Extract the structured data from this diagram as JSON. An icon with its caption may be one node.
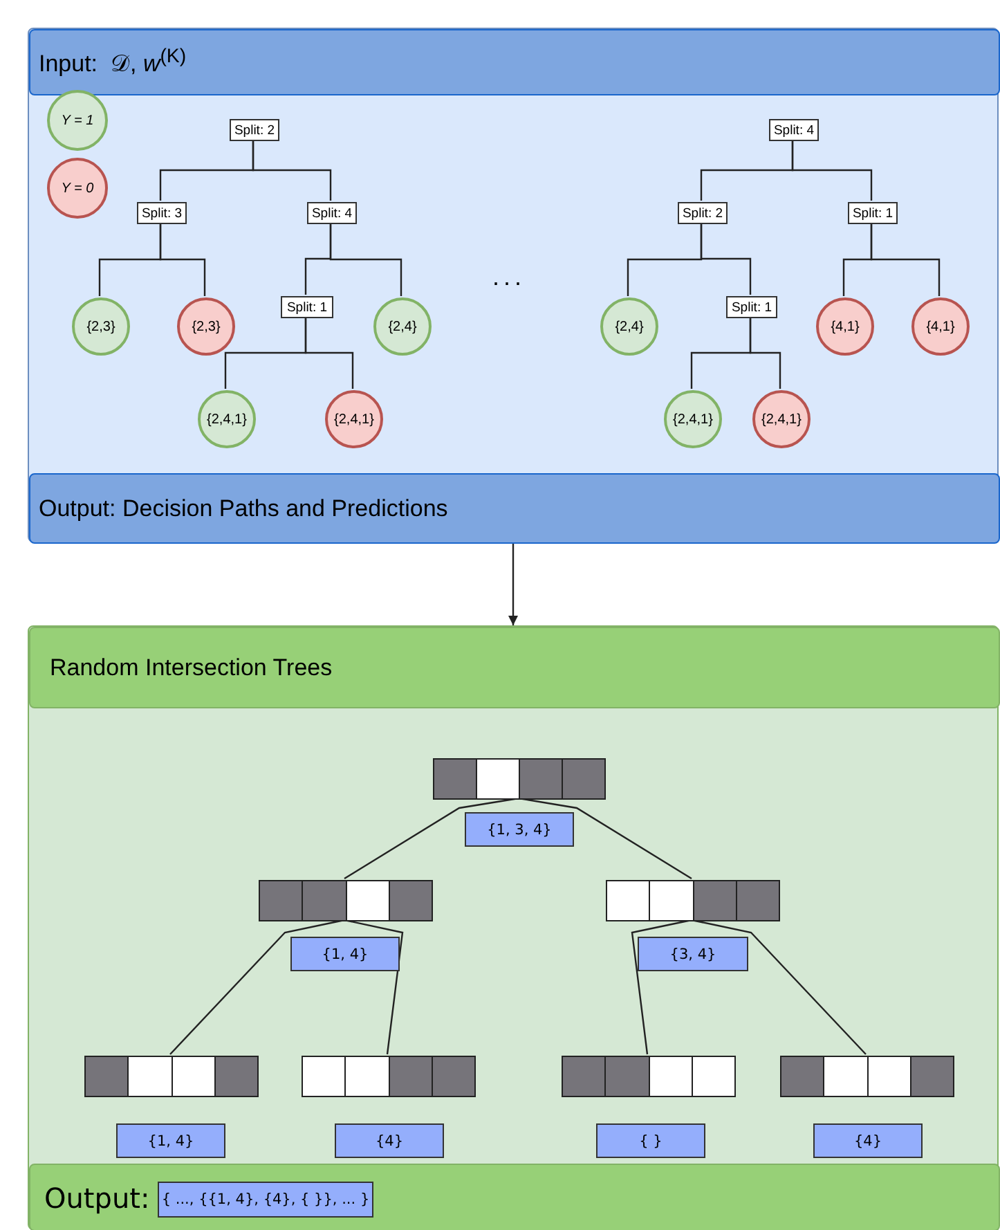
{
  "diagram": {
    "nodes": [
      {
        "text": [],
        "shape": "box"
      },
      {
        "text": [
          "Input:  𝒟, *w*$^{(K)}$"
        ],
        "in": 0
      },
      {
        "text": [
          "Split: 2"
        ],
        "in": 0
      },
      {
        "text": [
          "Split: 3"
        ],
        "in": 0
      },
      {
        "text": [
          "Split: 4"
        ],
        "in": 0
      },
      {
        "text": [
          "{2,3}"
        ],
        "in": 0
      },
      {
        "text": [
          "{2,3}"
        ],
        "in": 0
      },
      {
        "text": [
          "Split: 1"
        ],
        "in": 0
      },
      {
        "text": [
          "{2,4}"
        ],
        "in": 0
      },
      {
        "text": [
          "{2,4,1}"
        ],
        "in": 0
      },
      {
        "text": [
          "{2,4,1}"
        ],
        "in": 0
      },
      {
        "text": [
          "Split: 4"
        ],
        "in": 0
      },
      {
        "text": [
          "Split: 2"
        ],
        "in": 0
      },
      {
        "text": [
          "Split: 1"
        ],
        "in": 0
      },
      {
        "text": [
          "{2,4}"
        ],
        "in": 0
      },
      {
        "text": [
          "Split: 1"
        ],
        "in": 0
      },
      {
        "text": [
          "{4,1}"
        ],
        "in": 0
      },
      {
        "text": [
          "{4,1}"
        ],
        "in": 0
      },
      {
        "text": [
          "{2,4,1}"
        ],
        "in": 0
      },
      {
        "text": [
          "{2,4,1}"
        ],
        "in": 0
      },
      {
        "text": [
          "Output: Decision Paths and Predictions"
        ],
        "in": 0
      },
      {
        "text": [],
        "shape": "box"
      },
      {
        "text": [
          "Random Intersection Trees"
        ],
        "in": 21
      },
      {
        "text": [],
        "shape": "bar",
        "in": 21
      },
      {
        "text": [
          "{1, 3, 4}"
        ],
        "in": 21
      },
      {
        "text": [],
        "shape": "bar",
        "in": 21
      },
      {
        "text": [],
        "shape": "bar",
        "in": 21
      },
      {
        "text": [
          "{1, 4}"
        ],
        "in": 21
      },
      {
        "text": [
          "{3, 4}"
        ],
        "in": 21
      },
      {
        "text": [],
        "shape": "bar",
        "in": 21
      },
      {
        "text": [],
        "shape": "bar",
        "in": 21
      },
      {
        "text": [],
        "shape": "bar",
        "in": 21
      },
      {
        "text": [],
        "shape": "bar",
        "in": 21
      },
      {
        "text": [
          "{1, 4}"
        ],
        "in": 21
      },
      {
        "text": [
          "{4}"
        ],
        "in": 21
      },
      {
        "text": [
          "{ }"
        ],
        "in": 21
      },
      {
        "text": [
          "{4}"
        ],
        "in": 21
      },
      {
        "text": [
          "Output:"
        ],
        "in": 21
      },
      {
        "text": [
          "{ ..., {{1, 4}, {4}, { }}, ... }"
        ],
        "in": 37
      }
    ],
    "edges": [
      {
        "from": 2,
        "to": 3,
        "arrow": "none"
      },
      {
        "from": 2,
        "to": 4,
        "arrow": "none"
      },
      {
        "from": 3,
        "to": 5,
        "arrow": "none"
      },
      {
        "from": 3,
        "to": 6,
        "arrow": "none"
      },
      {
        "from": 4,
        "to": 7,
        "arrow": "none"
      },
      {
        "from": 4,
        "to": 8,
        "arrow": "none"
      },
      {
        "from": 7,
        "to": 9,
        "arrow": "none"
      },
      {
        "from": 7,
        "to": 10,
        "arrow": "none"
      },
      {
        "from": 11,
        "to": 12,
        "arrow": "none"
      },
      {
        "from": 11,
        "to": 13,
        "arrow": "none"
      },
      {
        "from": 12,
        "to": 14,
        "arrow": "none"
      },
      {
        "from": 12,
        "to": 15,
        "arrow": "none"
      },
      {
        "from": 13,
        "to": 16,
        "arrow": "none"
      },
      {
        "from": 13,
        "to": 17,
        "arrow": "none"
      },
      {
        "from": 15,
        "to": 18,
        "arrow": "none"
      },
      {
        "from": 15,
        "to": 19,
        "arrow": "none"
      },
      {
        "from": 20,
        "to": 22,
        "arrow": "to"
      },
      {
        "from": 23,
        "to": 25,
        "arrow": "none"
      },
      {
        "from": 23,
        "to": 26,
        "arrow": "none"
      },
      {
        "from": 25,
        "to": 29,
        "arrow": "none"
      },
      {
        "from": 25,
        "to": 30,
        "arrow": "none"
      },
      {
        "from": 26,
        "to": 31,
        "arrow": "none"
      },
      {
        "from": 26,
        "to": 32,
        "arrow": "none"
      }
    ],
    "labels": [
      "..."
    ],
    "legend": [
      {
        "text": "Y = 1",
        "color": "#d5e8d4"
      },
      {
        "text": "Y = 0",
        "color": "#f8cecc"
      }
    ]
  }
}
